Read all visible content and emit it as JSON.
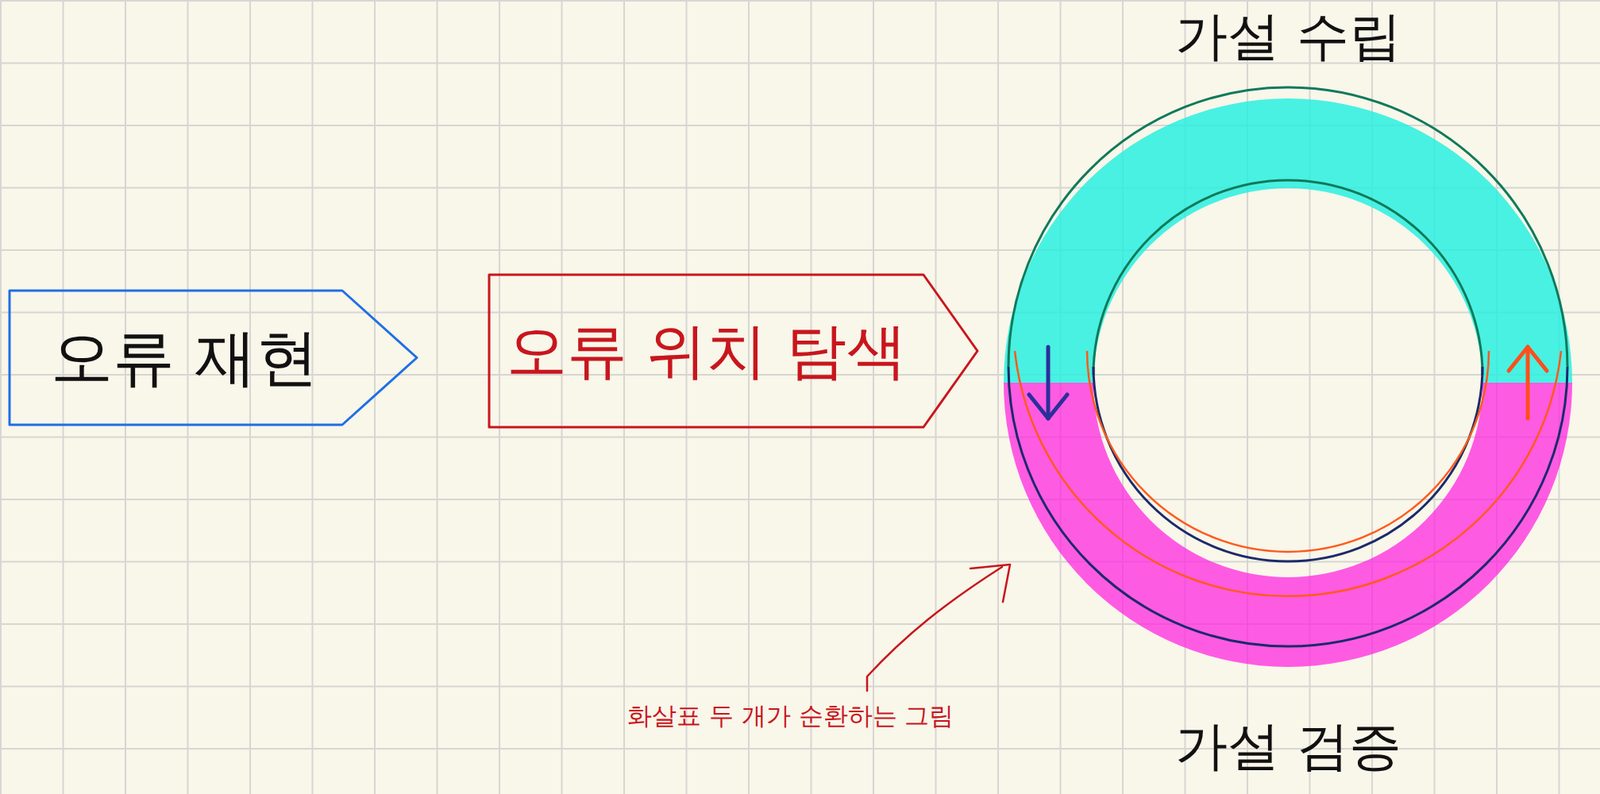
{
  "diagram": {
    "nodes": [
      {
        "text": [
          "오류 재현"
        ]
      },
      {
        "text": [
          "오류 위치 탐색"
        ]
      },
      {
        "text": [
          "가설 수립"
        ]
      },
      {
        "text": [
          "가설 검증"
        ]
      }
    ],
    "edges": [
      {
        "from": 2,
        "to": 3,
        "arrow": "to"
      },
      {
        "from": 3,
        "to": 2,
        "arrow": "to"
      }
    ],
    "labels": [
      "화살표 두 개가 순환하는 그림"
    ]
  }
}
